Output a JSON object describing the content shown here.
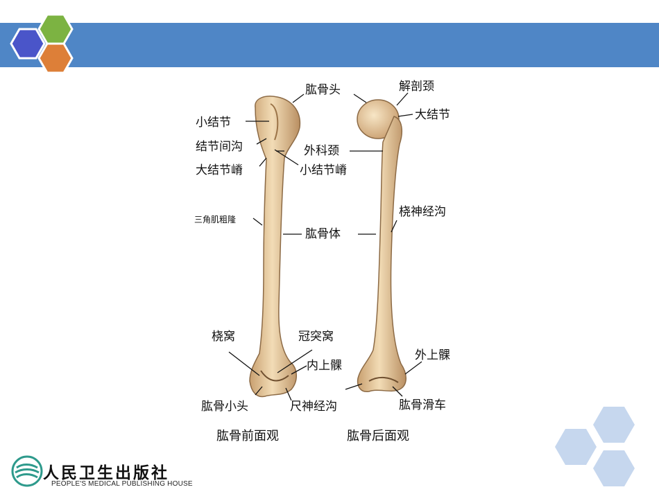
{
  "colors": {
    "banner": "#4f86c6",
    "hex_blue": "#4a55c9",
    "hex_green": "#7cb342",
    "hex_orange": "#dd7f38",
    "deco_hex": "#c6d7ee",
    "bone_light": "#f0d9b3",
    "bone_dark": "#b98f62"
  },
  "icons": {
    "logo": "publisher-wave-logo-icon",
    "corner_top_left": "hexagon-cluster-icon",
    "corner_bottom_right": "hexagon-cluster-icon"
  },
  "figure": {
    "labels": {
      "humerus_head": "肱骨头",
      "anatomical_neck": "解剖颈",
      "greater_tubercle_right": "大结节",
      "lesser_tubercle": "小结节",
      "intertubercular_groove": "结节间沟",
      "surgical_neck": "外科颈",
      "crest_greater_tubercle": "大结节嵴",
      "crest_lesser_tubercle": "小结节嵴",
      "deltoid_tuberosity": "三角肌粗隆",
      "radial_nerve_groove": "桡神经沟",
      "humerus_body": "肱骨体",
      "radial_fossa": "桡窝",
      "coronoid_fossa": "冠突窝",
      "medial_epicondyle": "内上髁",
      "lateral_epicondyle": "外上髁",
      "capitulum": "肱骨小头",
      "ulnar_nerve_groove": "尺神经沟",
      "trochlea": "肱骨滑车"
    },
    "captions": {
      "anterior": "肱骨前面观",
      "posterior": "肱骨后面观"
    }
  },
  "publisher": {
    "name_cn": "人民卫生出版社",
    "name_en": "PEOPLE'S MEDICAL PUBLISHING HOUSE"
  }
}
